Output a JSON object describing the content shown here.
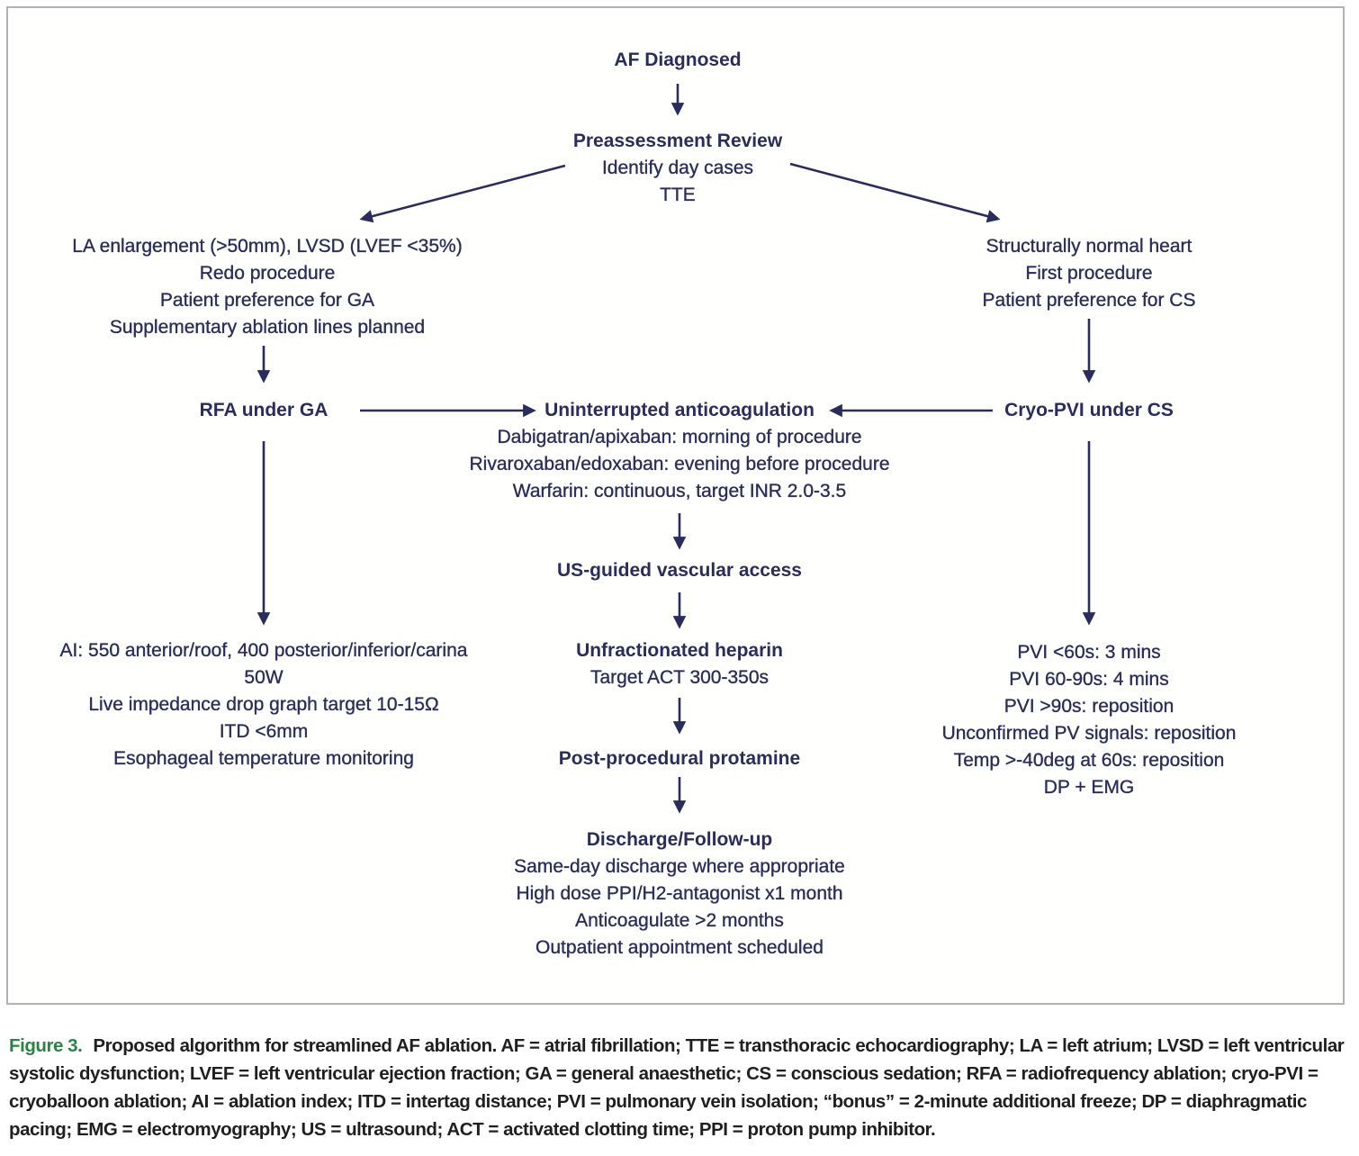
{
  "colors": {
    "diagram_text_navy": "#2a2d5c",
    "caption_text": "#1f1f1f",
    "figure_label_green": "#2b8343",
    "frame_border_gray": "#b3b3b3",
    "background": "#ffffff"
  },
  "flowchart": {
    "af_diagnosed": {
      "title": "AF Diagnosed"
    },
    "preassessment": {
      "title": "Preassessment Review",
      "lines": [
        "Identify day cases",
        "TTE"
      ]
    },
    "left_criteria": {
      "lines": [
        "LA enlargement (>50mm), LVSD (LVEF <35%)",
        "Redo procedure",
        "Patient preference for GA",
        "Supplementary ablation lines planned"
      ]
    },
    "right_criteria": {
      "lines": [
        "Structurally normal heart",
        "First procedure",
        "Patient preference for CS"
      ]
    },
    "rfa_node": {
      "title": "RFA under GA"
    },
    "cryo_node": {
      "title": "Cryo-PVI under CS"
    },
    "anticoagulation": {
      "title": "Uninterrupted anticoagulation",
      "lines": [
        "Dabigatran/apixaban: morning of procedure",
        "Rivaroxaban/edoxaban: evening before procedure",
        "Warfarin: continuous, target INR 2.0-3.5"
      ]
    },
    "vascular_access": {
      "title": "US-guided vascular access"
    },
    "heparin": {
      "title": "Unfractionated heparin",
      "lines": [
        "Target ACT 300-350s"
      ]
    },
    "protamine": {
      "title": "Post-procedural protamine"
    },
    "discharge": {
      "title": "Discharge/Follow-up",
      "lines": [
        "Same-day discharge where appropriate",
        "High dose PPI/H2-antagonist  x1 month",
        "Anticoagulate >2 months",
        "Outpatient appointment scheduled"
      ]
    },
    "rfa_details": {
      "lines": [
        "AI: 550 anterior/roof, 400 posterior/inferior/carina",
        "50W",
        "Live impedance drop graph target 10-15Ω",
        "ITD <6mm",
        "Esophageal temperature monitoring"
      ]
    },
    "cryo_details": {
      "lines": [
        "PVI <60s: 3 mins",
        "PVI 60-90s: 4 mins",
        "PVI >90s: reposition",
        "Unconfirmed PV signals: reposition",
        "Temp >-40deg at 60s: reposition",
        "DP + EMG"
      ]
    }
  },
  "caption": {
    "label": "Figure 3.",
    "text": "Proposed algorithm for streamlined AF ablation. AF = atrial fibrillation; TTE = transthoracic echocardiography; LA = left atrium; LVSD = left ventricular systolic dysfunction; LVEF = left ventricular ejection fraction; GA = general anaesthetic; CS = conscious sedation; RFA = radiofrequency ablation; cryo-PVI = cryoballoon ablation; AI = ablation index; ITD = intertag distance; PVI = pulmonary vein isolation; “bonus” = 2-minute additional freeze; DP = diaphragmatic pacing; EMG = electromyography; US = ultrasound; ACT = activated clotting time; PPI = proton pump inhibitor."
  }
}
